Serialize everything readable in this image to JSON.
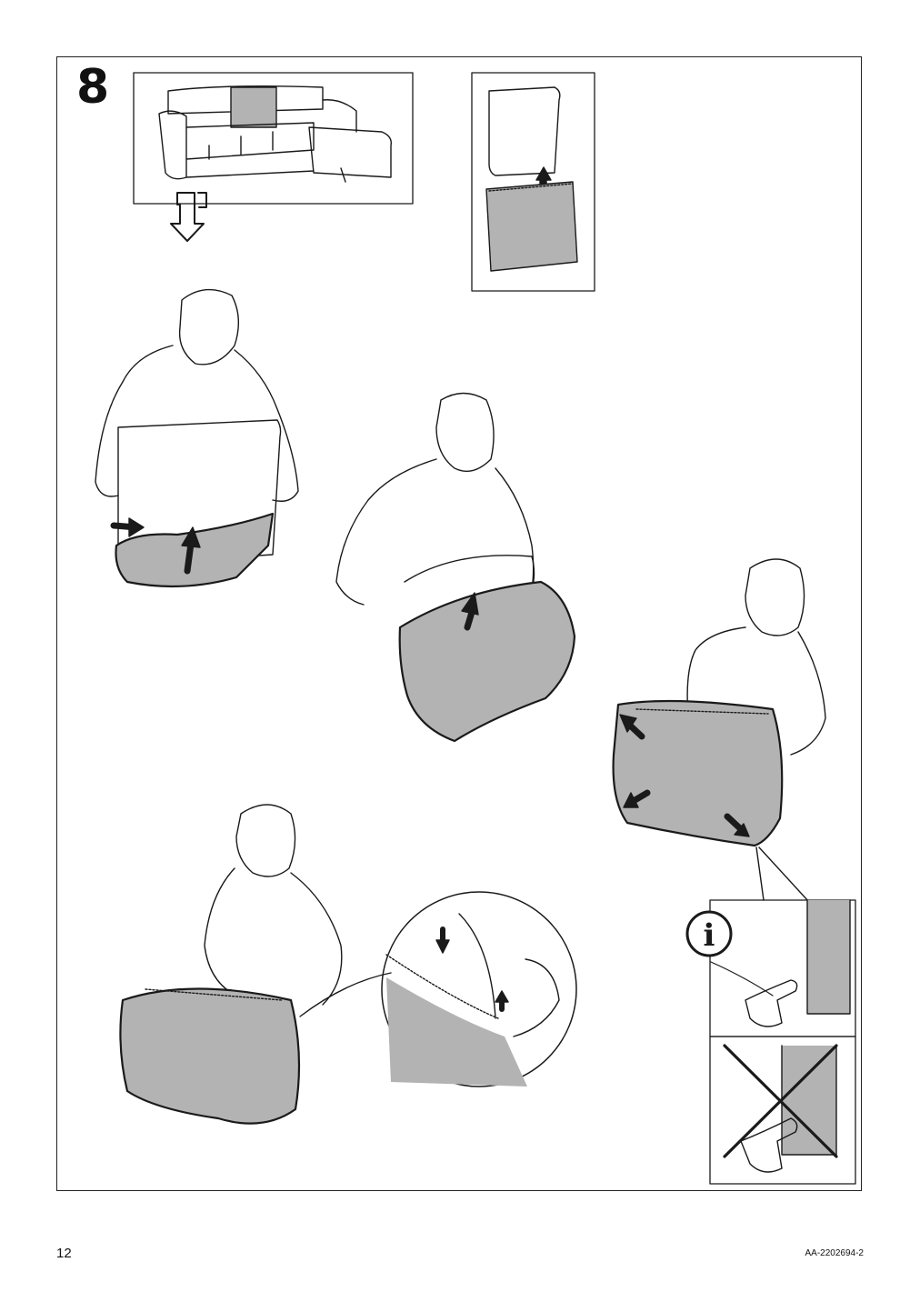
{
  "step_number": "8",
  "page_number": "12",
  "document_code": "AA-2202694-2",
  "icons": [
    "info-icon",
    "do-not-icon",
    "down-arrow-icon"
  ],
  "colors": {
    "fabric_gray": "#b3b3b3",
    "line": "#1a1a1a"
  }
}
